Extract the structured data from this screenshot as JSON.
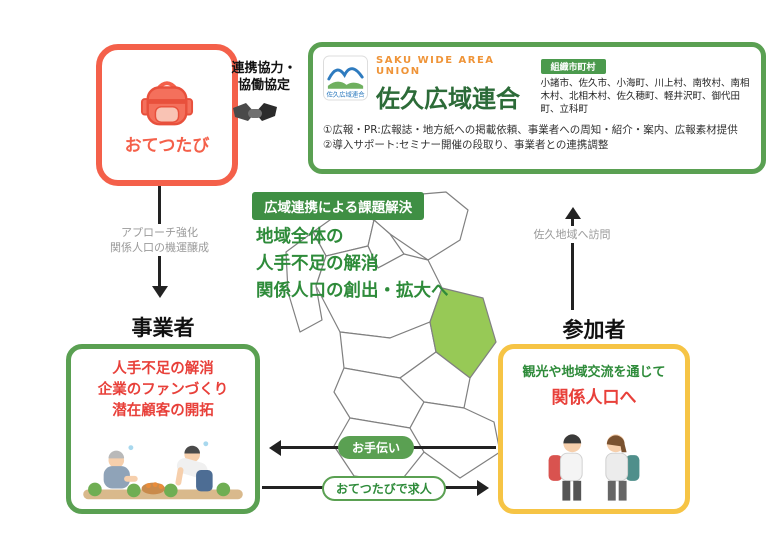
{
  "colors": {
    "coral": "#f4604a",
    "green_border": "#5aa052",
    "dark_green_text": "#2c6b38",
    "goal_green": "#2e8b3a",
    "yellow_border": "#f6c445",
    "red_text": "#e8403a",
    "orange_text": "#ef9438",
    "badge_green": "#3f8f44"
  },
  "otetsutabi_box": {
    "label": "おてつたび"
  },
  "partnership": {
    "line1": "連携協力・",
    "line2": "協働協定"
  },
  "saku_box": {
    "eng": "SAKU WIDE AREA UNION",
    "title": "佐久広域連合",
    "logo_caption": "佐久広域連合",
    "badge": "組織市町村",
    "municipalities": "小諸市、佐久市、小海町、川上村、南牧村、南相木村、北相木村、佐久穂町、軽井沢町、御代田町、立科町",
    "role1": "①広報・PR:広報誌・地方紙への掲載依頼、事業者への周知・紹介・案内、広報素材提供",
    "role2": "②導入サポート:セミナー開催の段取り、事業者との連携調整"
  },
  "center": {
    "badge": "広域連携による課題解決",
    "goal_lines": [
      "地域全体の",
      "人手不足の解消",
      "関係人口の創出・拡大へ"
    ]
  },
  "left_arrow": {
    "line1": "アプローチ強化",
    "line2": "関係人口の機運醸成"
  },
  "right_arrow": {
    "label": "佐久地域へ訪問"
  },
  "business_box": {
    "title": "事業者",
    "benefits": [
      "人手不足の解消",
      "企業のファンづくり",
      "潜在顧客の開拓"
    ]
  },
  "participant_box": {
    "title": "参加者",
    "line1": "観光や地域交流を通じて",
    "line2": "関係人口へ"
  },
  "exchange": {
    "help": "お手伝い",
    "recruit": "おてつたびで求人"
  }
}
